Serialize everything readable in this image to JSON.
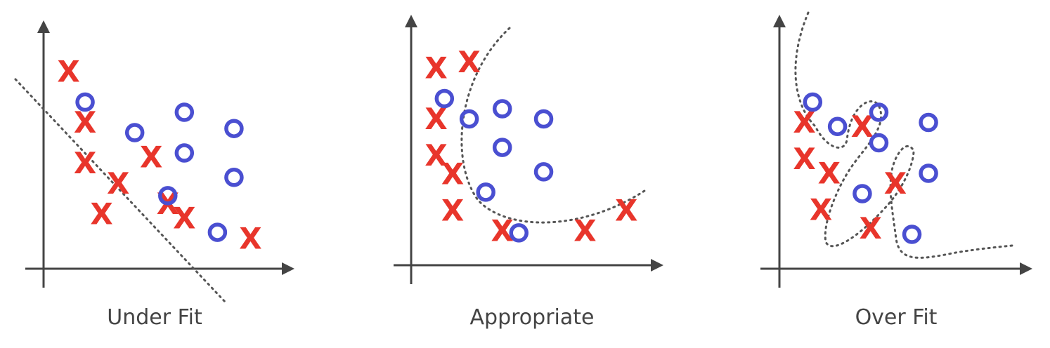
{
  "colors": {
    "x_marker": "#e8352b",
    "o_marker": "#4a4fd1",
    "axis": "#444444",
    "boundary": "#555555"
  },
  "panels": [
    {
      "caption": "Under Fit",
      "boundary": "straight line",
      "x_points": [
        [
          1,
          9
        ],
        [
          2,
          6.5
        ],
        [
          2,
          4.5
        ],
        [
          6,
          4.8
        ],
        [
          4,
          3.5
        ],
        [
          3,
          2
        ],
        [
          8,
          1.8
        ],
        [
          7,
          2.5
        ],
        [
          12,
          0.8
        ]
      ],
      "o_points": [
        [
          2,
          7.5
        ],
        [
          5,
          6
        ],
        [
          8,
          7
        ],
        [
          11,
          6.2
        ],
        [
          8,
          5
        ],
        [
          11,
          3.8
        ],
        [
          7,
          2.9
        ],
        [
          10,
          1.1
        ]
      ]
    },
    {
      "caption": "Appropriate",
      "boundary": "smooth curve",
      "x_points": [
        [
          1,
          9
        ],
        [
          3,
          9.3
        ],
        [
          1,
          6.5
        ],
        [
          1,
          4.7
        ],
        [
          2,
          3.8
        ],
        [
          2,
          2
        ],
        [
          5,
          1
        ],
        [
          10,
          1
        ],
        [
          12.5,
          2
        ]
      ],
      "o_points": [
        [
          1.5,
          7.5
        ],
        [
          3,
          6.5
        ],
        [
          5,
          7
        ],
        [
          7.5,
          6.5
        ],
        [
          5,
          5.1
        ],
        [
          7.5,
          3.9
        ],
        [
          4,
          2.9
        ],
        [
          6,
          0.9
        ]
      ]
    },
    {
      "caption": "Over Fit",
      "boundary": "wiggly curve",
      "x_points": [
        [
          1,
          6.5
        ],
        [
          4.5,
          6.3
        ],
        [
          1,
          4.7
        ],
        [
          2.5,
          4
        ],
        [
          2,
          2.2
        ],
        [
          6.5,
          3.5
        ],
        [
          5,
          1.3
        ]
      ],
      "o_points": [
        [
          1.5,
          7.5
        ],
        [
          3,
          6.3
        ],
        [
          5.5,
          7
        ],
        [
          8.5,
          6.5
        ],
        [
          5.5,
          5.5
        ],
        [
          8.5,
          4
        ],
        [
          4.5,
          3
        ],
        [
          7.5,
          1
        ]
      ]
    }
  ]
}
